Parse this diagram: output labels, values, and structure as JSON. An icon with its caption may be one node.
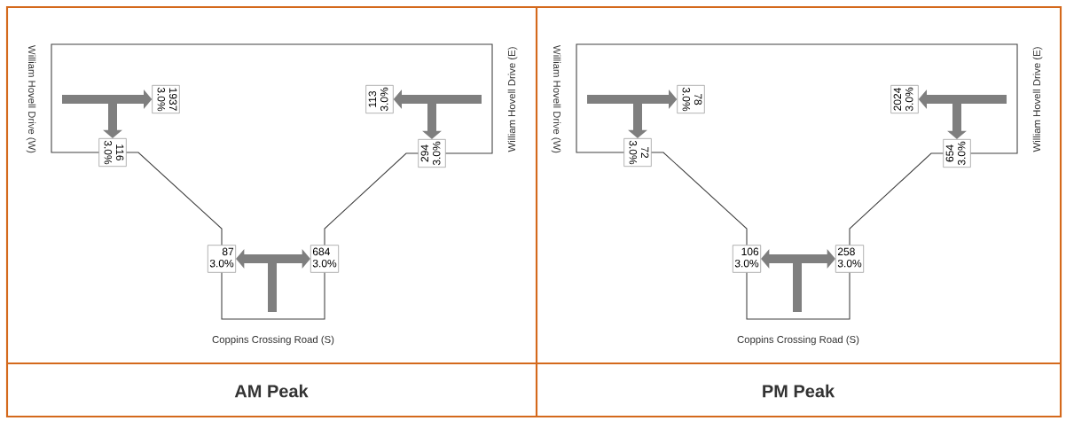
{
  "diagram": {
    "nodes": [
      {
        "text": [
          "1937",
          "3.0%"
        ]
      },
      {
        "text": [
          "116",
          "3.0%"
        ]
      },
      {
        "text": [
          "113",
          "3.0%"
        ]
      },
      {
        "text": [
          "294",
          "3.0%"
        ]
      },
      {
        "text": [
          "87",
          "3.0%"
        ]
      },
      {
        "text": [
          "684",
          "3.0%"
        ]
      },
      {
        "text": [
          "78",
          "3.0%"
        ]
      },
      {
        "text": [
          "72",
          "3.0%"
        ]
      },
      {
        "text": [
          "2024",
          "3.0%"
        ]
      },
      {
        "text": [
          "654",
          "3.0%"
        ]
      },
      {
        "text": [
          "106",
          "3.0%"
        ]
      },
      {
        "text": [
          "258",
          "3.0%"
        ]
      }
    ],
    "edges": [
      {
        "from": null,
        "to": 0,
        "arrow": "to"
      },
      {
        "from": null,
        "to": 1,
        "arrow": "to"
      },
      {
        "from": null,
        "to": 2,
        "arrow": "to"
      },
      {
        "from": null,
        "to": 3,
        "arrow": "to"
      },
      {
        "from": null,
        "to": 4,
        "arrow": "to"
      },
      {
        "from": null,
        "to": 5,
        "arrow": "to"
      },
      {
        "from": 1,
        "to": 3,
        "arrow": "none",
        "color": "#404040"
      },
      {
        "from": 1,
        "to": 4,
        "arrow": "none",
        "color": "#404040"
      },
      {
        "from": 3,
        "to": 5,
        "arrow": "none",
        "color": "#404040"
      },
      {
        "from": 4,
        "to": 5,
        "arrow": "none",
        "color": "#404040"
      },
      {
        "from": null,
        "to": 6,
        "arrow": "to"
      },
      {
        "from": null,
        "to": 7,
        "arrow": "to"
      },
      {
        "from": null,
        "to": 8,
        "arrow": "to"
      },
      {
        "from": null,
        "to": 9,
        "arrow": "to"
      },
      {
        "from": null,
        "to": 10,
        "arrow": "to"
      },
      {
        "from": null,
        "to": 11,
        "arrow": "to"
      },
      {
        "from": 7,
        "to": 9,
        "arrow": "none",
        "color": "#404040"
      },
      {
        "from": 7,
        "to": 10,
        "arrow": "none",
        "color": "#404040"
      },
      {
        "from": 9,
        "to": 11,
        "arrow": "none",
        "color": "#404040"
      },
      {
        "from": 10,
        "to": 11,
        "arrow": "none",
        "color": "#404040"
      }
    ],
    "labels": [
      "William Hovell Drive (W)",
      "William Hovell Drive (E)",
      "Coppins Crossing Road (S)",
      "AM Peak",
      "William Hovell Drive (W)",
      "William Hovell Drive (E)",
      "Coppins Crossing Road (S)",
      "PM Peak"
    ]
  }
}
